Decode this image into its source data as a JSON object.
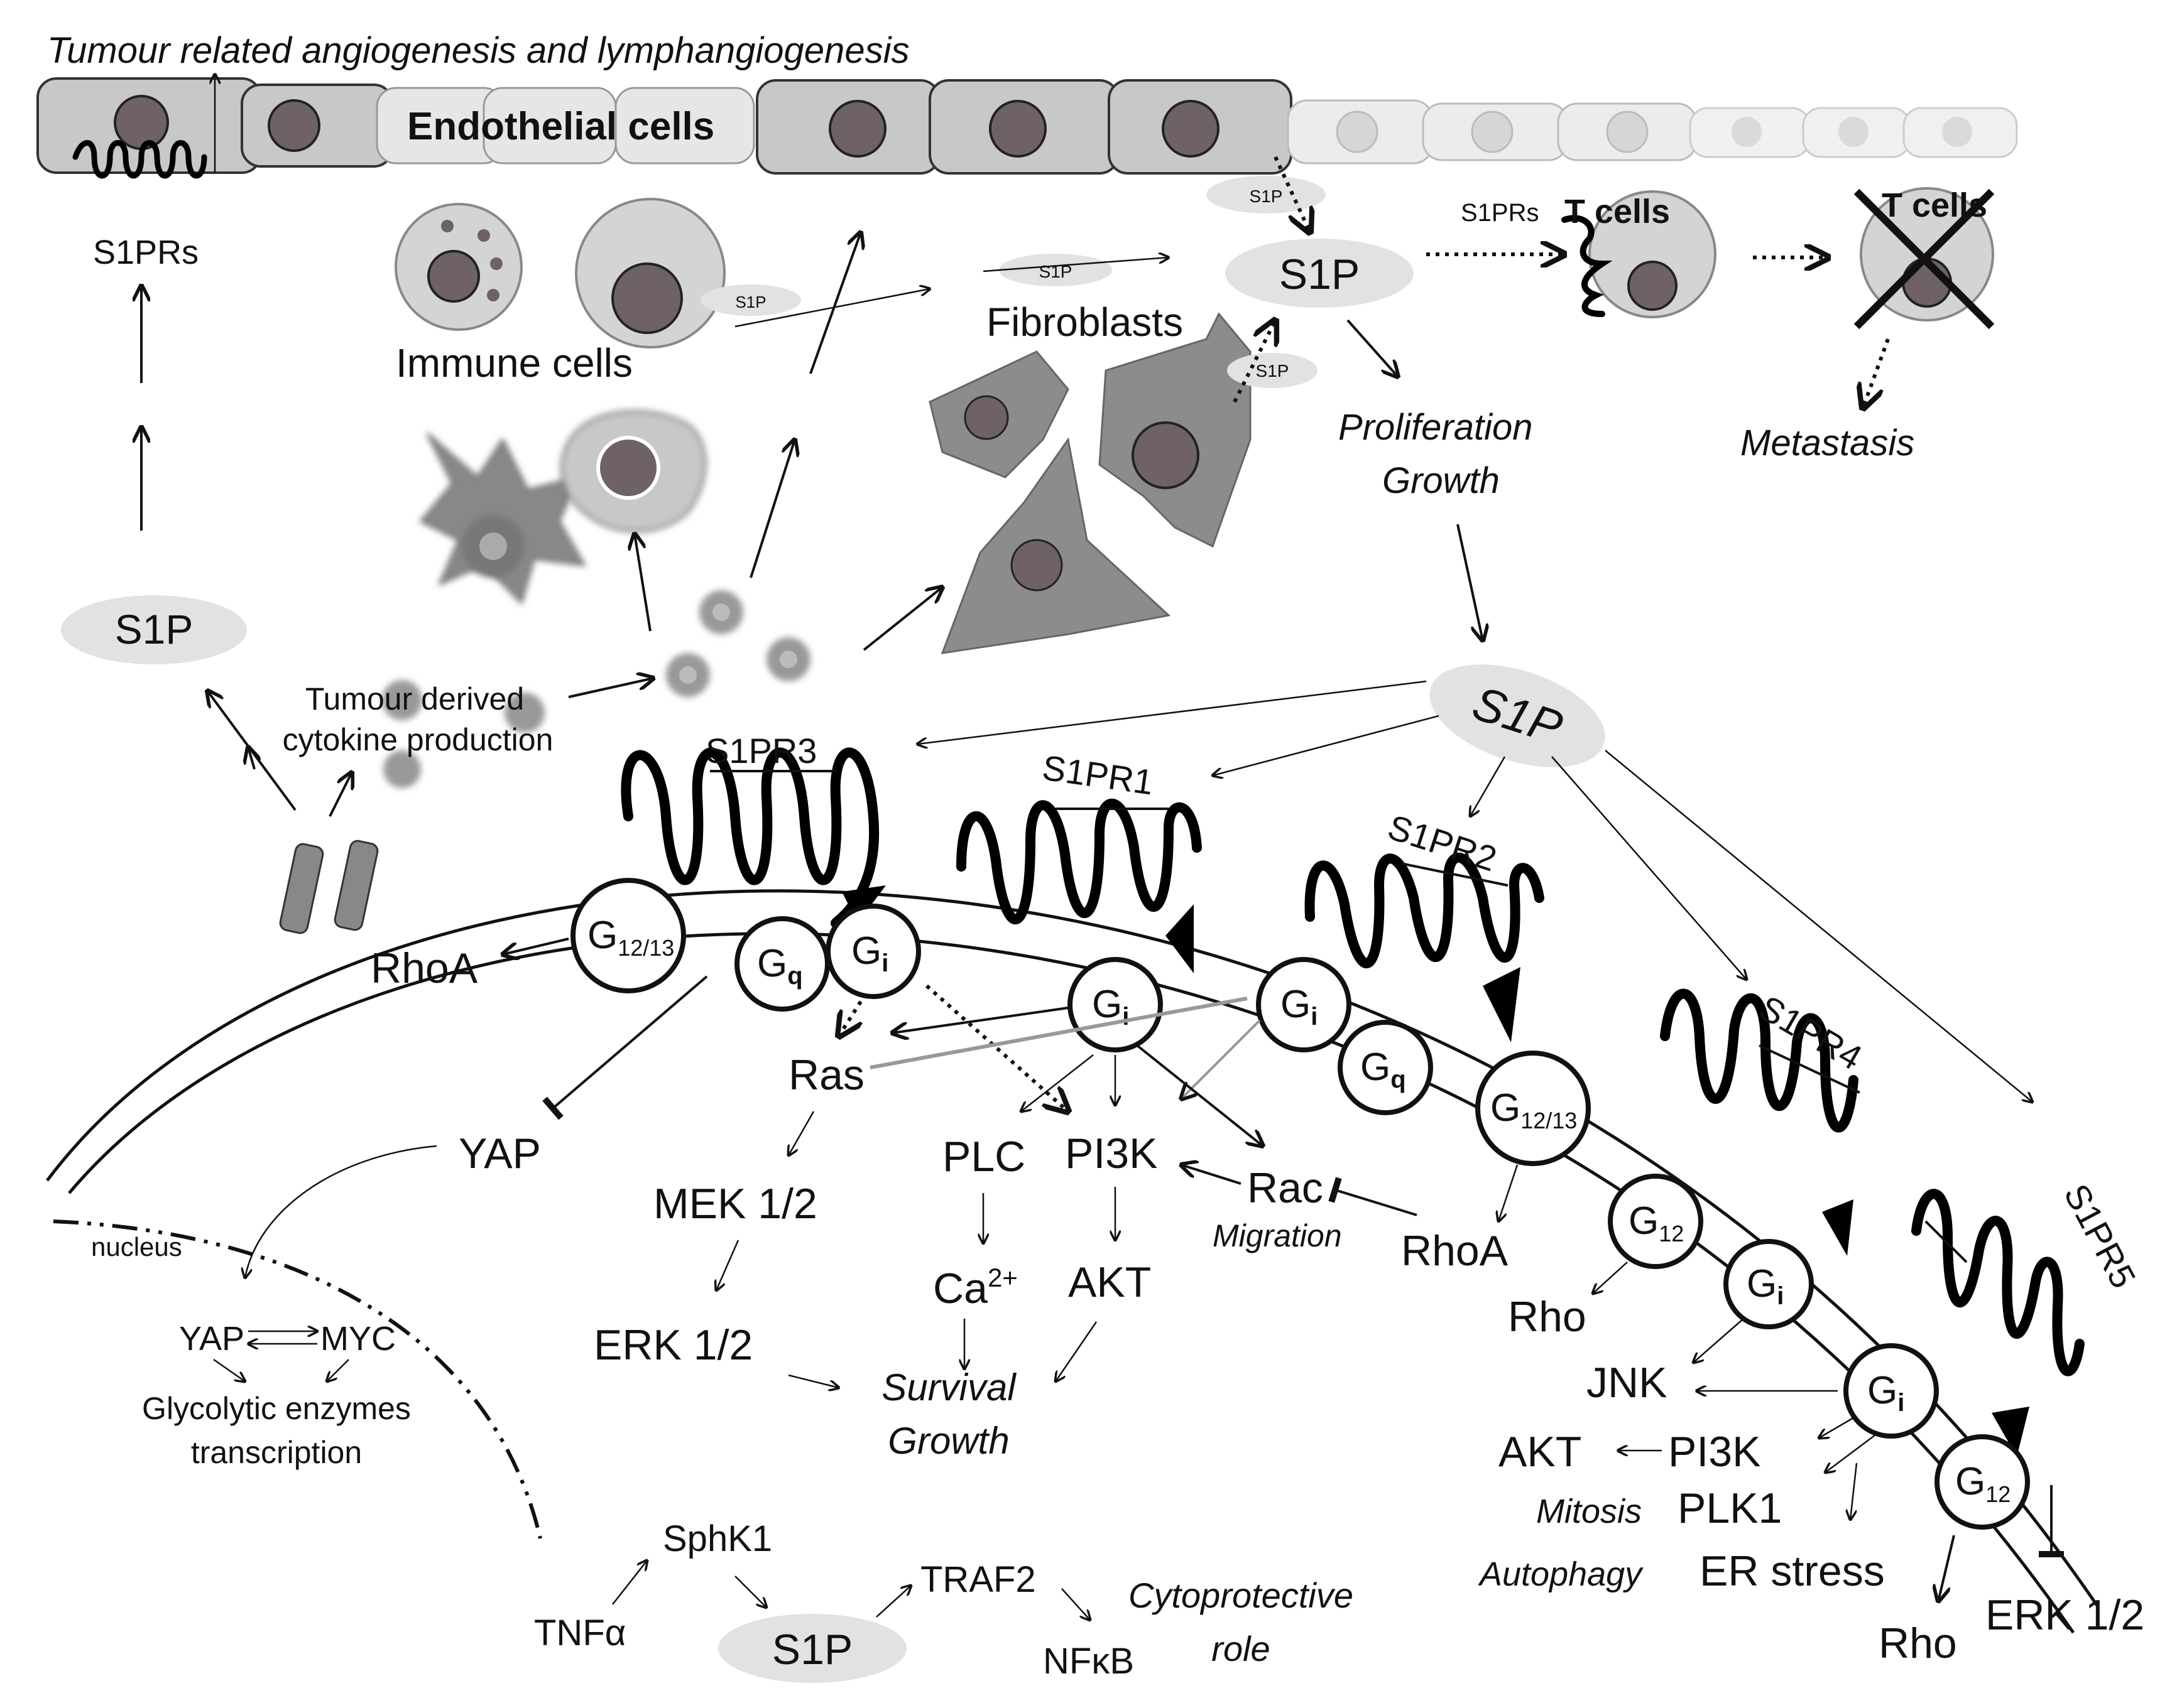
{
  "top": {
    "title": "Tumour related angiogenesis  and lymphangiogenesis",
    "endothelial_label": "Endothelial cells",
    "s1prs_top": "S1PRs",
    "s1p_small": "S1P",
    "s1p_hub": "S1P",
    "s1prs_tcell": "S1PRs",
    "t_cells": "T cells",
    "t_cells_crossed": "T cells",
    "metastasis": "Metastasis",
    "immune_cells": "Immune cells",
    "fibroblasts": "Fibroblasts",
    "proliferation": "Proliferation",
    "growth": "Growth"
  },
  "left": {
    "s1p_oval": "S1P",
    "cytokine_line1": "Tumour derived",
    "cytokine_line2": "cytokine production"
  },
  "main": {
    "s1p_center": "S1P",
    "receptors": {
      "s1pr3": "S1PR3",
      "s1pr1": "S1PR1",
      "s1pr2": "S1PR2",
      "s1pr4": "S1PR4",
      "s1pr5": "S1PR5"
    },
    "gproteins": {
      "g": "G",
      "sub_1213": "12/13",
      "sub_q": "q",
      "sub_i": "i",
      "sub_12": "12"
    }
  },
  "pathway_s1pr3": {
    "rhoa": "RhoA",
    "yap": "YAP",
    "nucleus": "nucleus",
    "yap_n": "YAP",
    "myc": "MYC",
    "glyco_1": "Glycolytic enzymes",
    "glyco_2": "transcription"
  },
  "pathway_s1pr1": {
    "ras": "Ras",
    "mek": "MEK 1/2",
    "erk": "ERK 1/2",
    "plc": "PLC",
    "ca": "Ca",
    "ca_sup": "2+",
    "pi3k": "PI3K",
    "akt": "AKT",
    "survival": "Survival",
    "growth": "Growth"
  },
  "pathway_s1pr2": {
    "rac": "Rac",
    "migration": "Migration",
    "rhoa": "RhoA"
  },
  "pathway_s1pr4": {
    "rho": "Rho",
    "jnk": "JNK",
    "akt": "AKT",
    "pi3k": "PI3K",
    "mitosis": "Mitosis",
    "plk1": "PLK1",
    "autophagy": "Autophagy",
    "er_stress": "ER stress"
  },
  "pathway_s1pr5": {
    "rho": "Rho",
    "erk": "ERK 1/2"
  },
  "bottom": {
    "tnf": "TNFα",
    "sphk1": "SphK1",
    "s1p": "S1P",
    "traf2": "TRAF2",
    "nfkb": "NFκB",
    "cyto_1": "Cytoprotective",
    "cyto_2": "role"
  }
}
